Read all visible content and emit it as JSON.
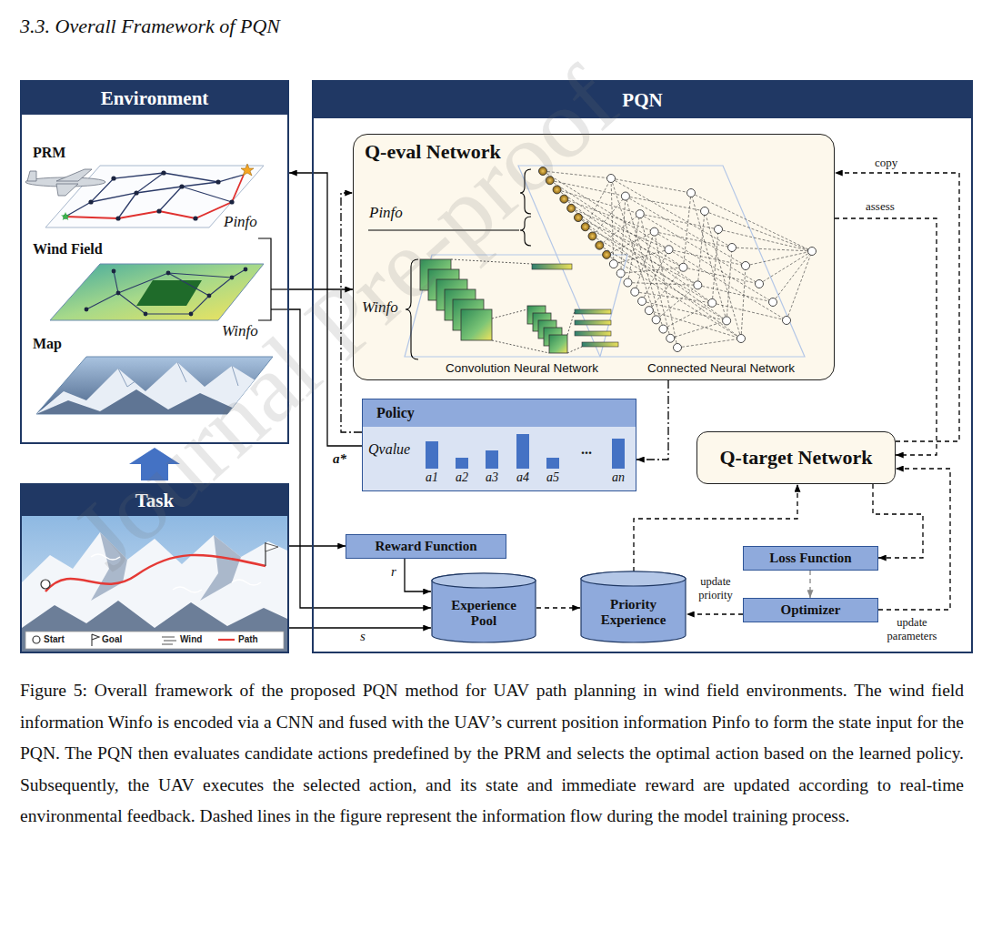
{
  "diagram": {
    "title": "3.3. Overall Framework of PQN",
    "caption": "Figure 5: Overall framework of the proposed PQN method for UAV path planning in wind field environments. The wind field information Winfo is encoded via a CNN and fused with the UAV’s current position information Pinfo to form the state input for the PQN. The PQN then evaluates candidate actions predefined by the PRM and selects the optimal action based on the learned policy. Subsequently, the UAV executes the selected action, and its state and immediate reward are updated according to real-time environmental feedback. Dashed lines in the figure represent the information flow during the model training process.",
    "nodes": [
      {
        "text": [
          "Environment"
        ]
      },
      {
        "text": [
          "Task"
        ]
      },
      {
        "text": [
          "PQN"
        ]
      },
      {
        "text": [
          "Q-eval Network"
        ],
        "in": 2
      },
      {
        "text": [
          "Policy"
        ],
        "in": 2
      },
      {
        "text": [
          "Q-target Network"
        ],
        "in": 2
      },
      {
        "text": [
          "Reward Function"
        ],
        "in": 2
      },
      {
        "text": [
          "Experience Pool"
        ],
        "in": 2
      },
      {
        "text": [
          "Priority Experience"
        ],
        "in": 2
      },
      {
        "text": [
          "Loss Function"
        ],
        "in": 2
      },
      {
        "text": [
          "Optimizer"
        ],
        "in": 2
      }
    ],
    "edges": [
      {
        "from": 3,
        "to": 4,
        "arrow": "to"
      },
      {
        "from": 4,
        "to": 0,
        "arrow": "to"
      },
      {
        "from": 4,
        "to": 3,
        "arrow": "to"
      },
      {
        "from": 0,
        "to": 3,
        "arrow": "to"
      },
      {
        "from": 0,
        "to": 7,
        "arrow": "to"
      },
      {
        "from": 1,
        "to": 7,
        "arrow": "to",
        "label": "s"
      },
      {
        "from": 1,
        "to": 6,
        "arrow": "to"
      },
      {
        "from": 6,
        "to": 7,
        "arrow": "to",
        "label": "r"
      },
      {
        "from": 7,
        "to": 8,
        "arrow": "to"
      },
      {
        "from": 8,
        "to": 5,
        "arrow": "to"
      },
      {
        "from": 10,
        "to": 8,
        "arrow": "to",
        "label": "update priority"
      },
      {
        "from": 10,
        "to": 5,
        "arrow": "to",
        "label": "update parameters"
      },
      {
        "from": 9,
        "to": 10,
        "arrow": "to"
      },
      {
        "from": 5,
        "to": 9,
        "arrow": "to"
      },
      {
        "from": 3,
        "to": 5,
        "arrow": "to",
        "label": "assess"
      },
      {
        "from": 5,
        "to": 3,
        "arrow": "to",
        "label": "copy"
      }
    ],
    "labels": [
      "PRM",
      "Wind Field",
      "Map",
      "Pinfo",
      "Winfo",
      "Pinfo",
      "Winfo",
      "Convolution Neural Network",
      "Connected Neural Network",
      "Qvalue",
      "a1",
      "a2",
      "a3",
      "a4",
      "a5",
      "...",
      "an",
      "a*",
      "Journal Pre-proof"
    ],
    "legend": [
      {
        "text": "Start"
      },
      {
        "text": "Goal"
      },
      {
        "text": "Wind"
      },
      {
        "text": "Path"
      }
    ]
  }
}
